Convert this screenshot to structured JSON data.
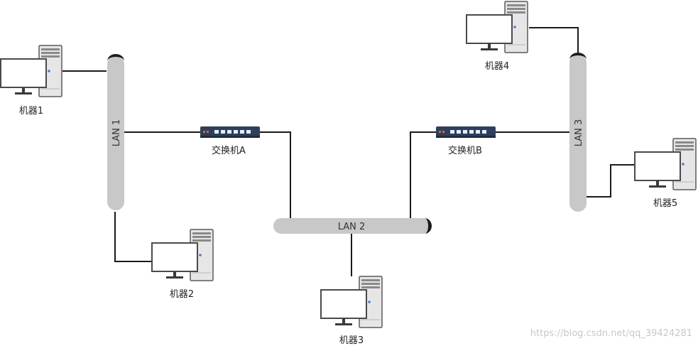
{
  "machines": [
    {
      "id": "m1",
      "label": "机器1"
    },
    {
      "id": "m2",
      "label": "机器2"
    },
    {
      "id": "m3",
      "label": "机器3"
    },
    {
      "id": "m4",
      "label": "机器4"
    },
    {
      "id": "m5",
      "label": "机器5"
    }
  ],
  "switches": [
    {
      "id": "swA",
      "label": "交换机A"
    },
    {
      "id": "swB",
      "label": "交换机B"
    }
  ],
  "lans": [
    {
      "id": "lan1",
      "label": "LAN 1"
    },
    {
      "id": "lan2",
      "label": "LAN 2"
    },
    {
      "id": "lan3",
      "label": "LAN 3"
    }
  ],
  "watermark": "https://blog.csdn.net/qq_39424281",
  "colors": {
    "cable": "#1a1a1a",
    "lan_body": "#c8c8c8",
    "lan_cap": "#1c1c1c",
    "switch_body": "#2e3f5e",
    "monitor_frame": "#4a4a4a",
    "tower": "#e6e6e6"
  }
}
